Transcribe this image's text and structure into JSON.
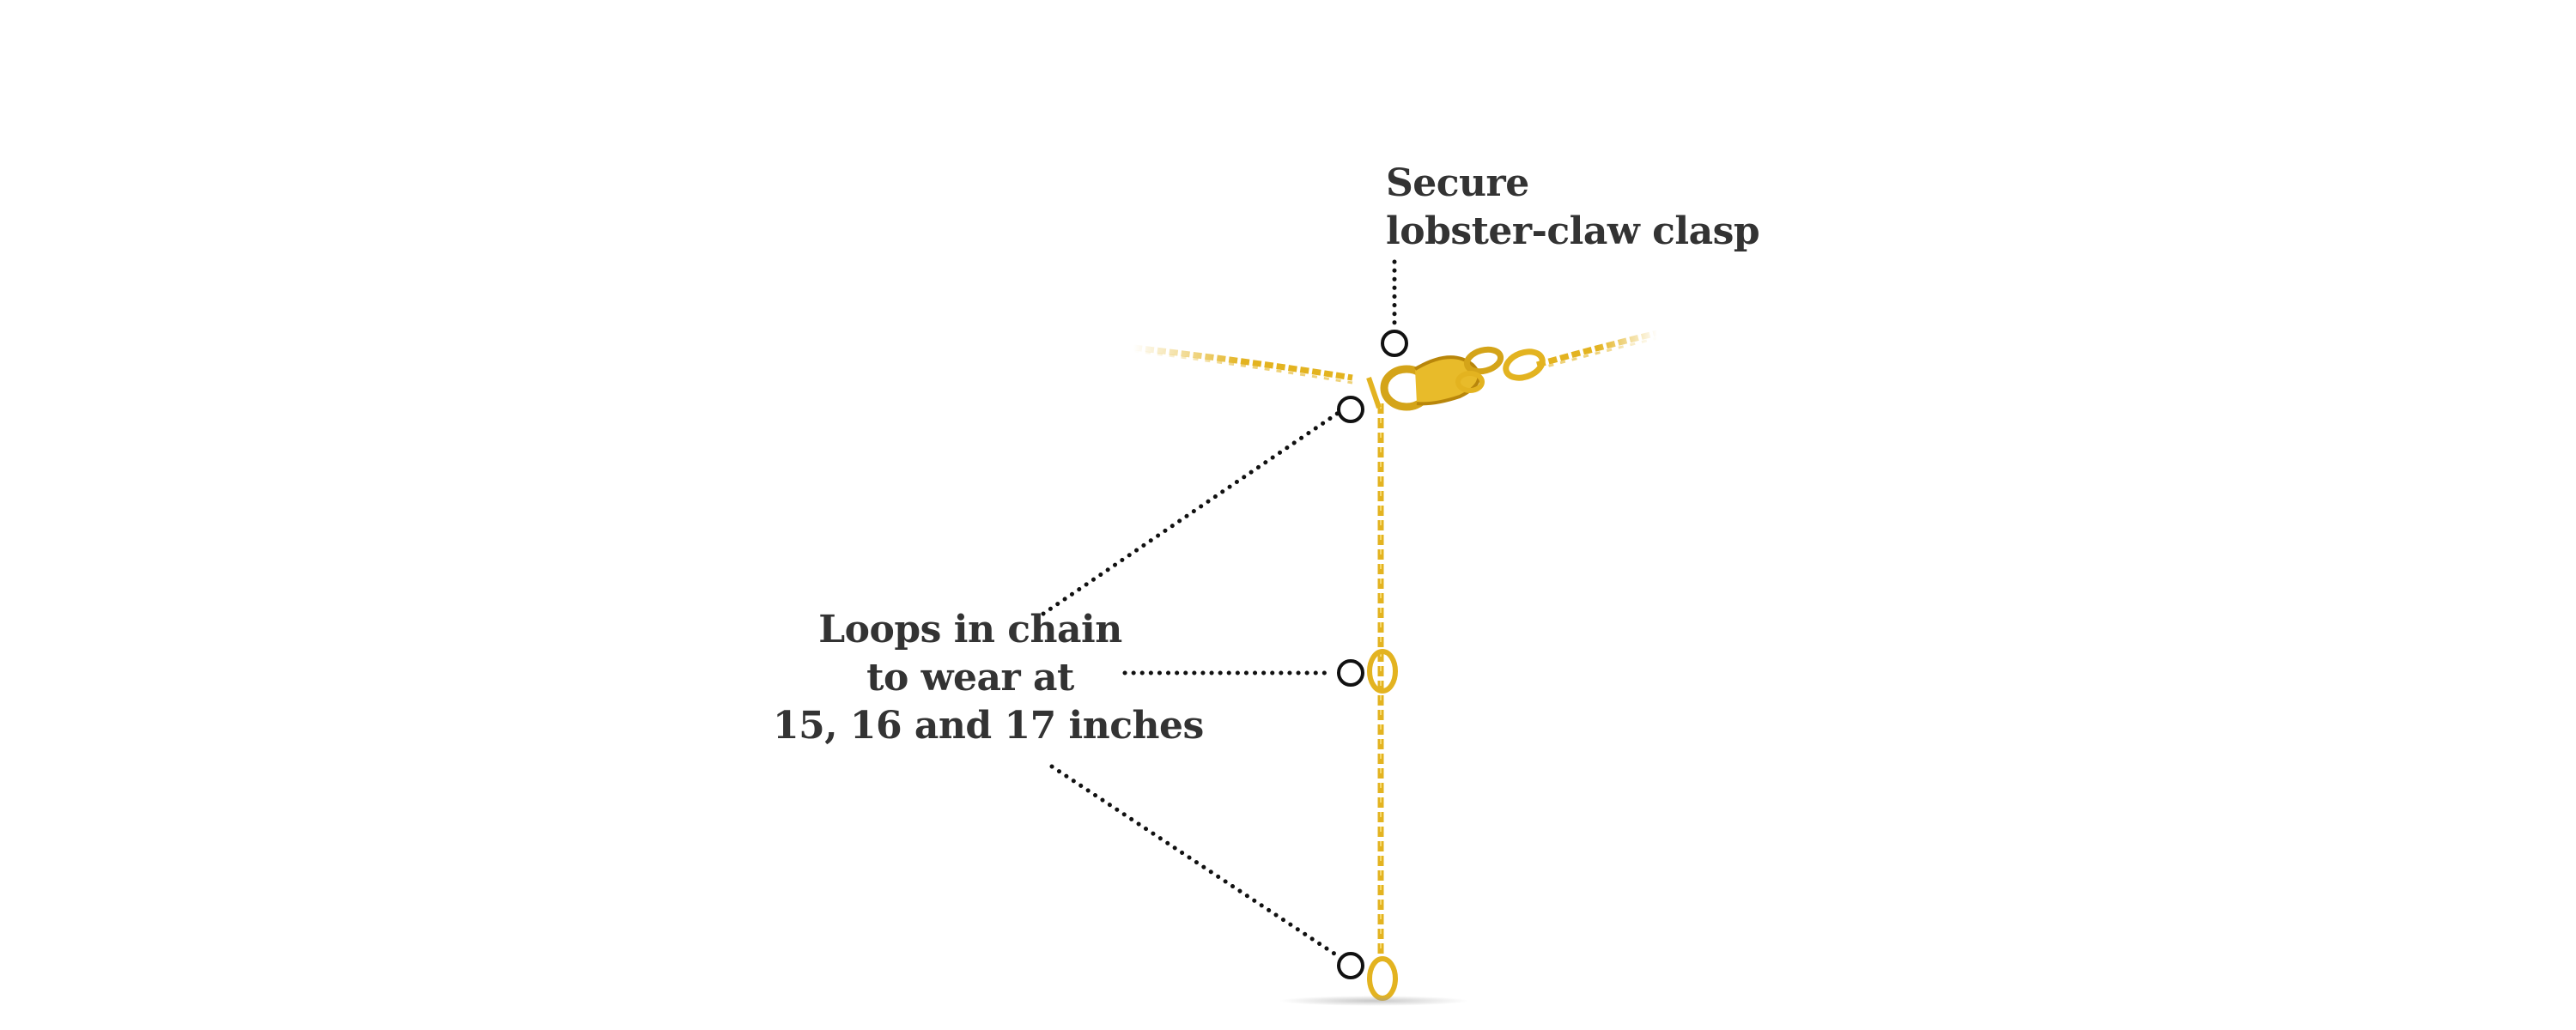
{
  "annotations": {
    "clasp": {
      "line1": "Secure",
      "line2": "lobster-claw clasp"
    },
    "loops": {
      "line1": "Loops in chain",
      "line2": "to wear at",
      "line3": "15, 16 and 17 inches"
    }
  },
  "colors": {
    "gold": "#e3b320",
    "gold_dark": "#b8860b",
    "gold_light": "#f6d86a",
    "text": "#333333",
    "dots": "#111111"
  },
  "icons": [
    "lobster-claw-clasp",
    "chain-loop",
    "callout-circle"
  ]
}
